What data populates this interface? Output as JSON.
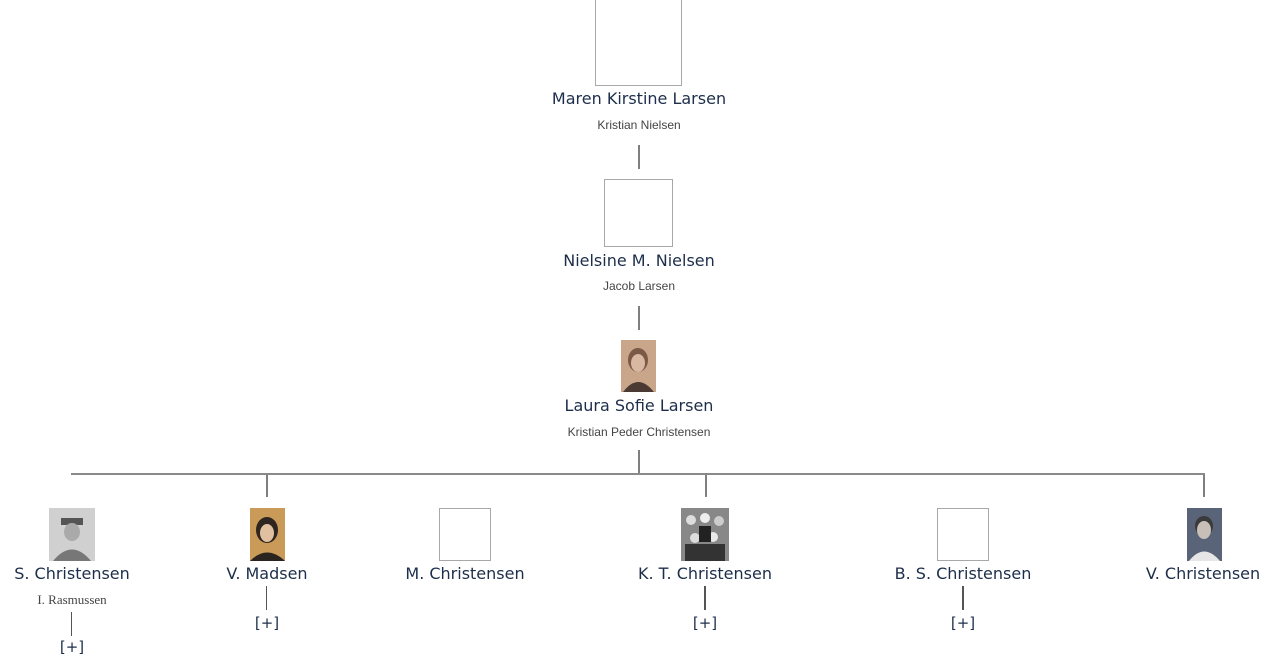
{
  "tree": {
    "ancestors": [
      {
        "name": "Maren Kirstine Larsen",
        "spouse": "Kristian Nielsen"
      },
      {
        "name": "Nielsine M. Nielsen",
        "spouse": "Jacob Larsen"
      },
      {
        "name": "Laura Sofie Larsen",
        "spouse": "Kristian Peder Christensen",
        "photo": "portrait-sepia-woman"
      }
    ],
    "children": [
      {
        "name": "S. Christensen",
        "spouse": "I. Rasmussen",
        "expand": "[+]",
        "photo": "portrait-bw-man-cap"
      },
      {
        "name": "V. Madsen",
        "expand": "[+]",
        "photo": "portrait-sepia-woman-dark-hair"
      },
      {
        "name": "M. Christensen"
      },
      {
        "name": "K. T. Christensen",
        "expand": "[+]",
        "photo": "group-photo-bw"
      },
      {
        "name": "B. S. Christensen",
        "expand": "[+]"
      },
      {
        "name": "V. Christensen",
        "photo": "portrait-bw-man"
      }
    ]
  },
  "colors": {
    "name_text": "#1c2e4a",
    "connector": "#7f7f7f",
    "box_border": "#a8a8a8"
  }
}
